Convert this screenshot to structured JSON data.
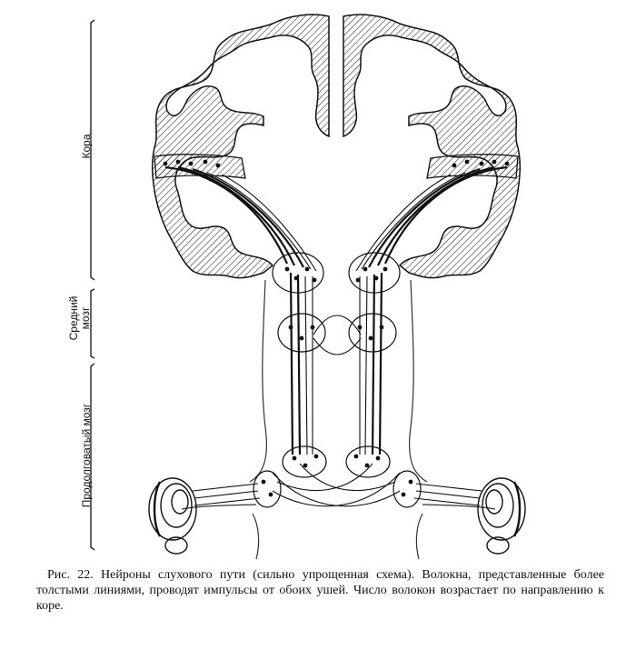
{
  "labels": {
    "cortex": "Кора",
    "midbrain_line1": "Средний",
    "midbrain_line2": "мозг",
    "medulla": "Продолговатый мозг"
  },
  "caption": "Рис. 22. Нейроны слухового пути (сильно упрощенная схема). Волокна, представленные более толстыми линиями, проводят импульсы от обоих ушей. Число волокон возрастает по направлению к коре.",
  "colors": {
    "ink": "#111111",
    "paper": "#ffffff"
  }
}
